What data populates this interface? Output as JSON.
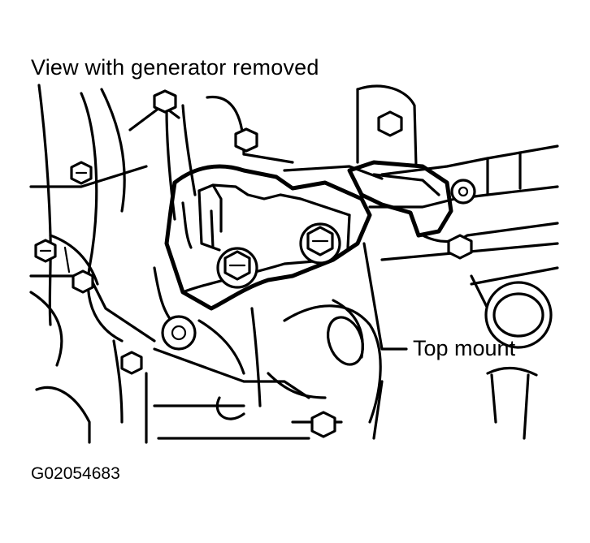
{
  "diagram": {
    "caption": "View with generator removed",
    "callout": "Top mount",
    "figure_id": "G02054683"
  },
  "colors": {
    "ink": "#000000",
    "paper": "#ffffff"
  }
}
